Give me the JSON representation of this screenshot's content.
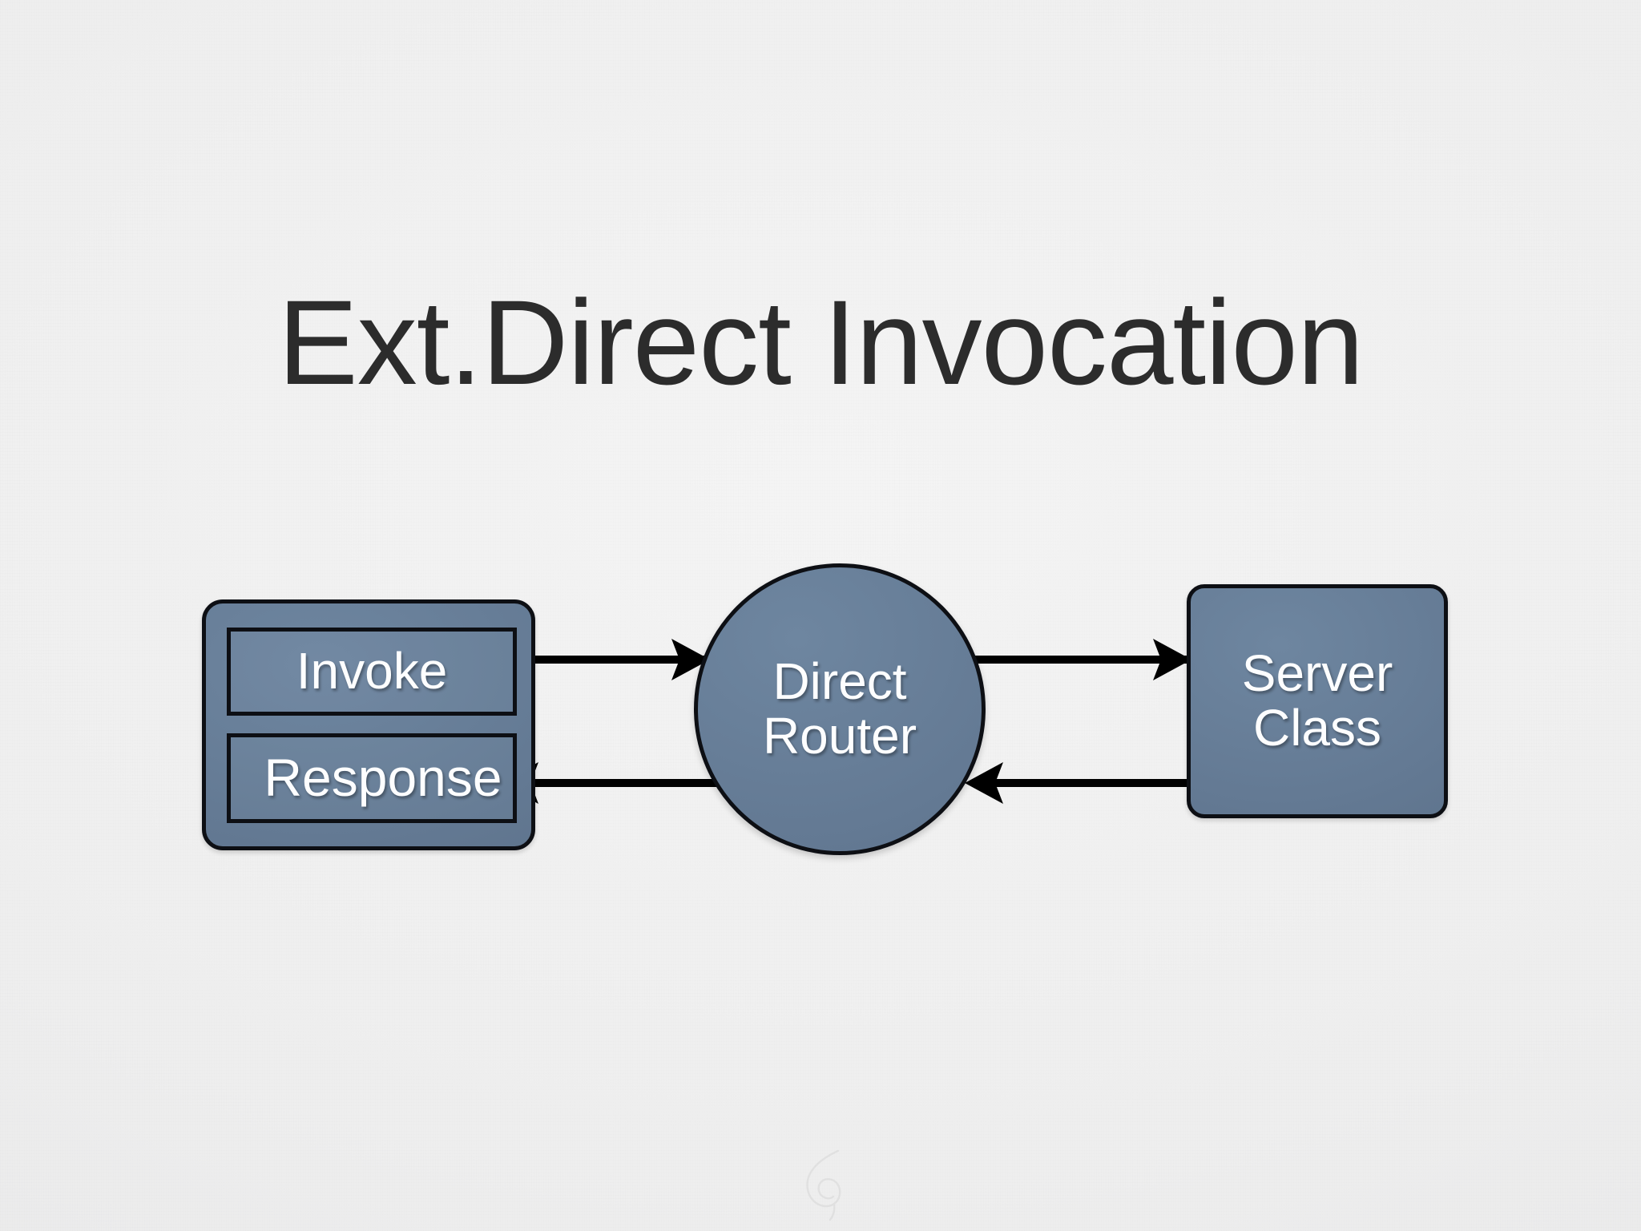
{
  "slide": {
    "title": "Ext.Direct Invocation",
    "background_color": "#eeeeee",
    "title_color": "#2c2c2c"
  },
  "diagram": {
    "type": "flow",
    "node_fill_color": "#637993",
    "node_stroke_color": "#0d0f14",
    "node_text_color": "#fdfeff",
    "connector_color": "#000000",
    "client": {
      "name": "client-container",
      "slots": [
        {
          "label": "Invoke"
        },
        {
          "label": "Response"
        }
      ]
    },
    "router": {
      "name": "direct-router",
      "label_line1": "Direct",
      "label_line2": "Router"
    },
    "server": {
      "name": "server-class",
      "label_line1": "Server",
      "label_line2": "Class"
    },
    "connectors": [
      {
        "name": "invoke-to-router",
        "from": "Invoke",
        "to": "Direct Router",
        "direction": "right"
      },
      {
        "name": "router-to-response",
        "from": "Direct Router",
        "to": "Response",
        "direction": "left"
      },
      {
        "name": "router-to-server",
        "from": "Direct Router",
        "to": "Server Class",
        "direction": "right"
      },
      {
        "name": "server-to-router",
        "from": "Server Class",
        "to": "Direct Router",
        "direction": "left"
      }
    ]
  },
  "footer": {
    "watermark": "leaf-swirl-mark"
  }
}
